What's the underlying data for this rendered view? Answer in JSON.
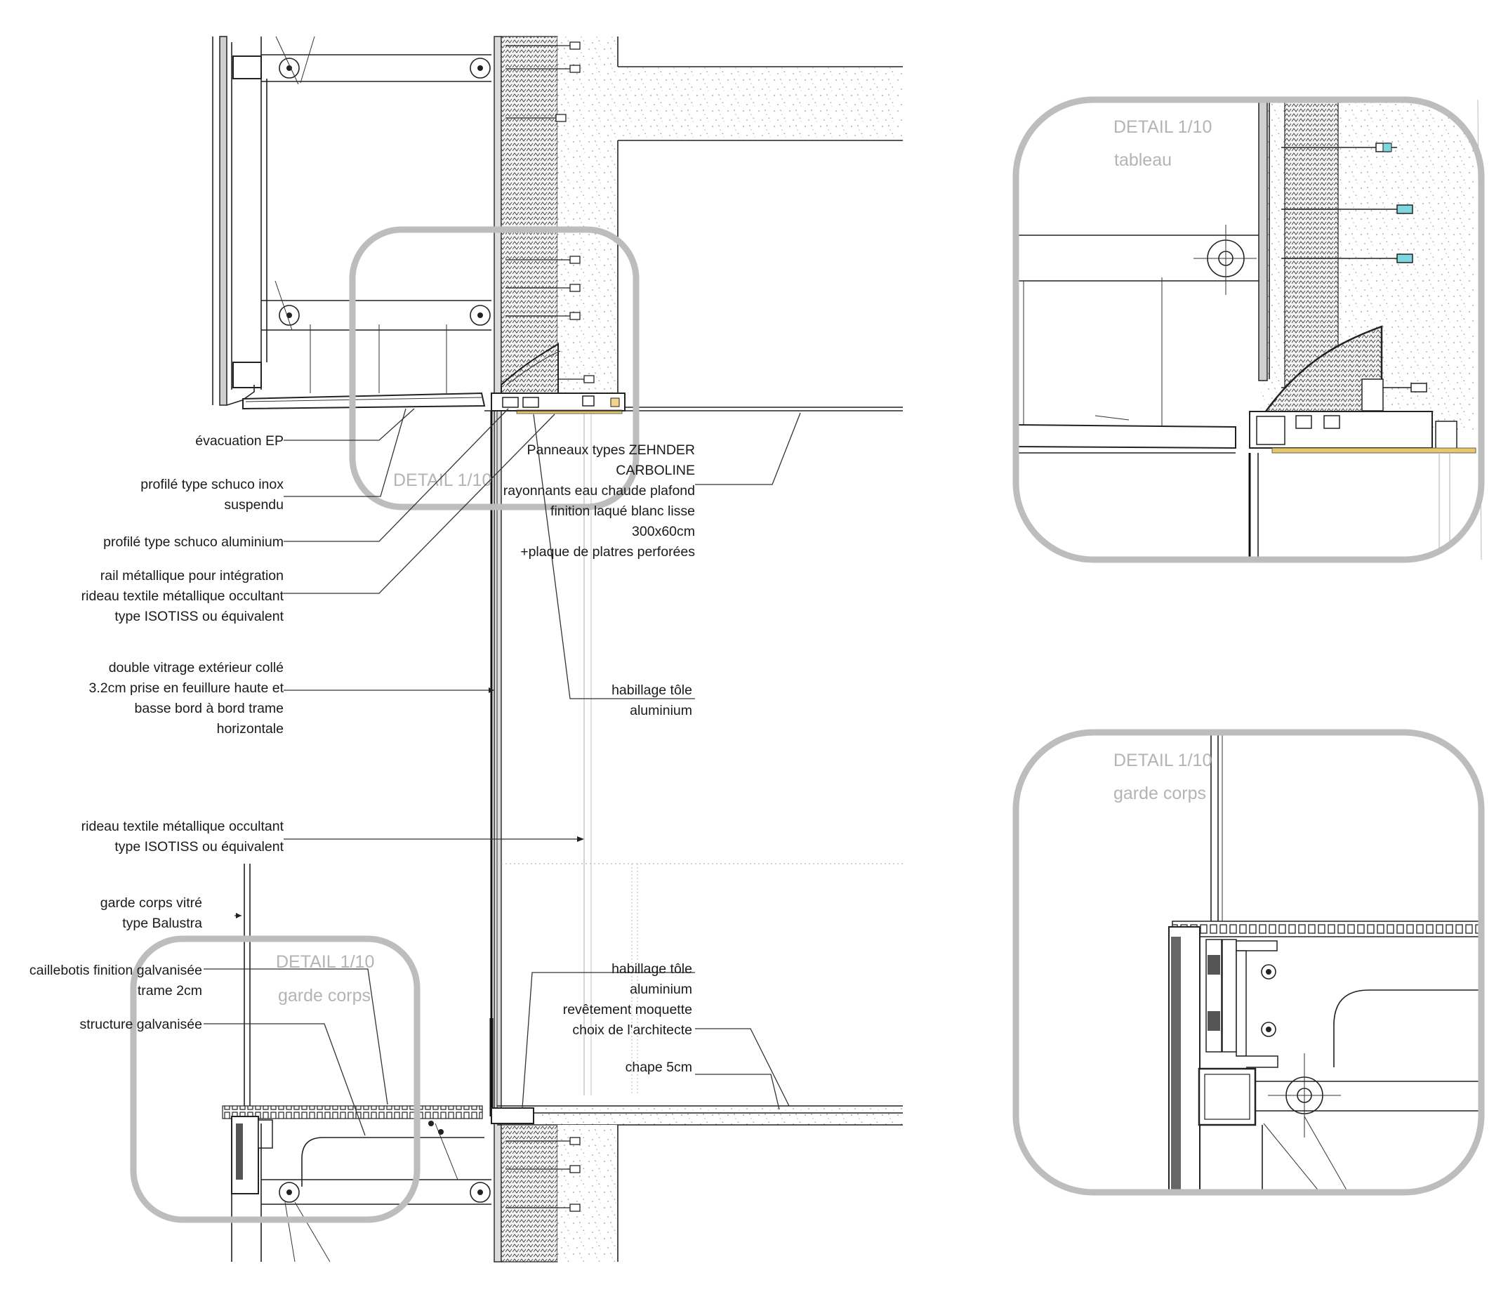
{
  "details": {
    "main_head": "DETAIL 1/10",
    "main_foot_title": "DETAIL 1/10",
    "main_foot_sub": "garde corps",
    "tableau_title": "DETAIL 1/10",
    "tableau_sub": "tableau",
    "garde_title": "DETAIL 1/10",
    "garde_sub": "garde corps"
  },
  "labels": {
    "left": [
      [
        "évacuation EP"
      ],
      [
        "profilé type schuco inox",
        "suspendu"
      ],
      [
        "profilé type schuco aluminium"
      ],
      [
        "rail métallique pour intégration",
        "rideau textile métallique occultant",
        "type ISOTISS ou équivalent"
      ],
      [
        "double vitrage extérieur collé",
        "3.2cm  prise en feuillure haute et",
        "basse bord à bord trame",
        "horizontale"
      ],
      [
        "rideau textile métallique occultant",
        "type ISOTISS ou équivalent"
      ],
      [
        "garde corps vitré",
        "type Balustra"
      ],
      [
        "caillebotis finition galvanisée",
        "trame 2cm"
      ],
      [
        "structure galvanisée"
      ]
    ],
    "right": [
      [
        "Panneaux types ZEHNDER",
        "CARBOLINE",
        "rayonnants eau chaude plafond",
        "finition laqué blanc lisse",
        "300x60cm",
        "+plaque de platres perforées"
      ],
      [
        "habillage tôle",
        "aluminium"
      ],
      [
        "habillage tôle",
        "aluminium",
        "revêtement moquette",
        "choix de l'architecte"
      ],
      [
        "chape 5cm"
      ]
    ]
  }
}
